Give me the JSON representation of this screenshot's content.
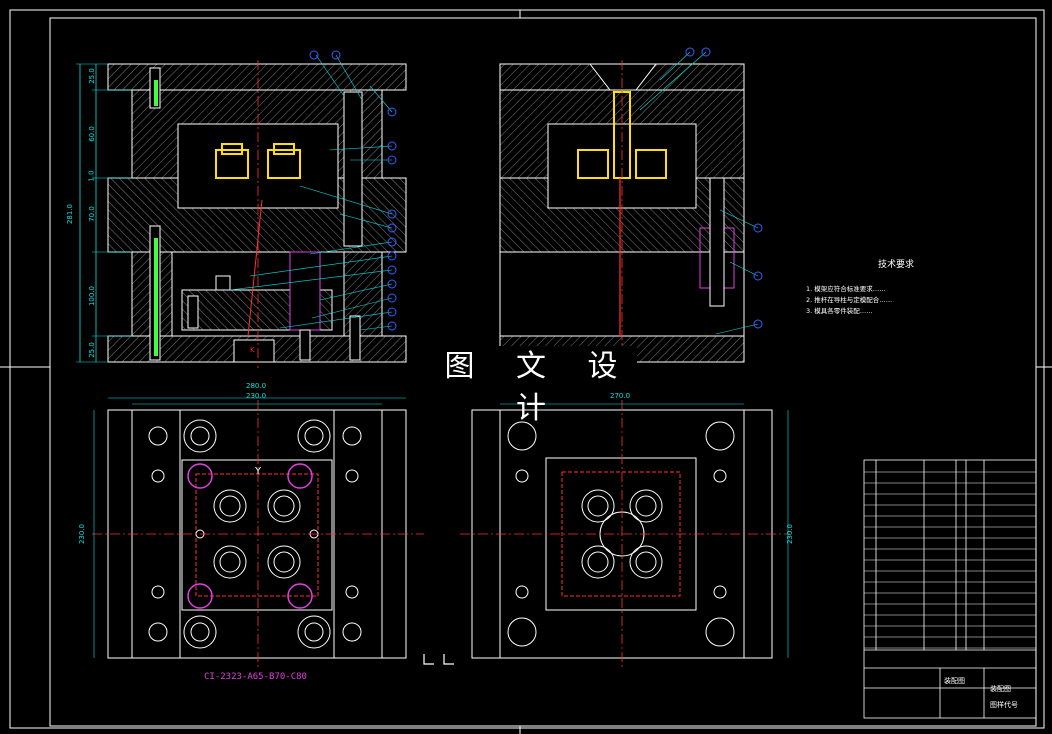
{
  "watermark": "图 文 设 计",
  "tech_requirements": {
    "title": "技术要求",
    "items": [
      "1. 模架应符合标准要求……",
      "2. 推杆在导柱与定模配合……",
      "3. 模具各零件装配……"
    ]
  },
  "spec_code": "CI-2323-A65-B70-C80",
  "dims": {
    "bottom_left_top": "280.0",
    "bottom_left_inner": "230.0",
    "bottom_left_side": "230.0",
    "bottom_right_top": "270.0",
    "bottom_right_side": "230.0",
    "left_total": "281.0",
    "stack": [
      "25.0",
      "60.0",
      "1.0",
      "70.0",
      "100.0",
      "25.0"
    ],
    "label_y": "Y",
    "label_k": "K"
  },
  "title_block": {
    "name_1": "装配图",
    "name_2": "装配图",
    "code": "图样代号"
  },
  "colors": {
    "line": "#ffffff",
    "cyan": "#00e5e5",
    "red": "#ff3030",
    "yellow": "#ffe000",
    "magenta": "#e040e0",
    "green": "#40ff40",
    "blue": "#3060ff"
  }
}
